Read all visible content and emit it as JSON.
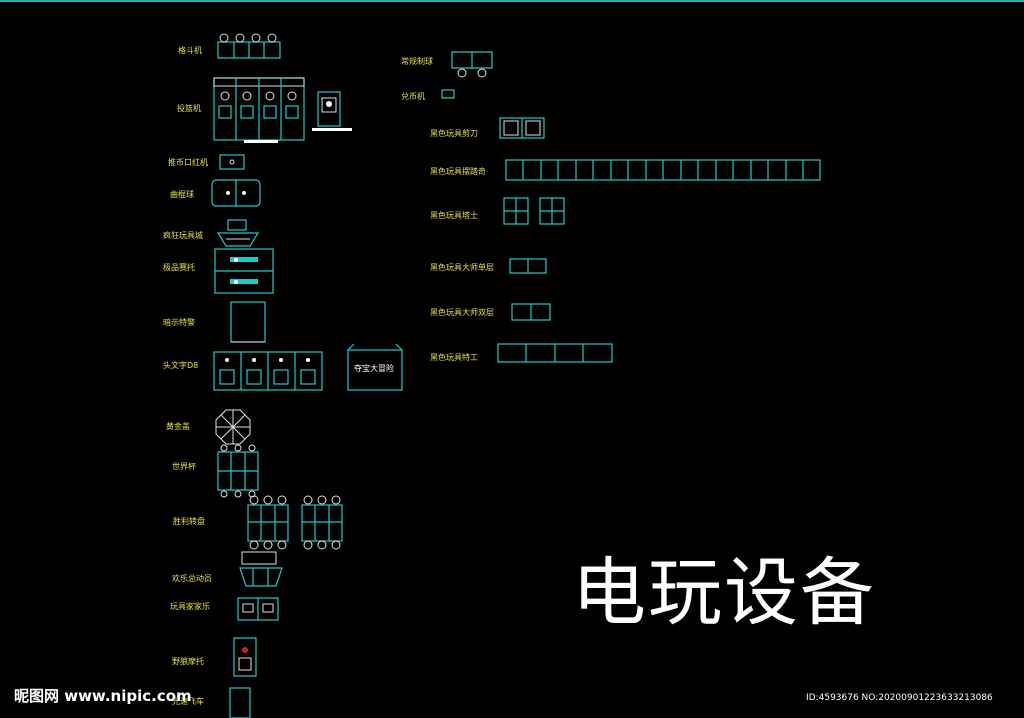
{
  "title": "电玩设备",
  "labels_left": [
    "格斗机",
    "投篮机",
    "推币口红机",
    "曲棍球",
    "疯狂玩具城",
    "极品赛托",
    "暗示特警",
    "头文字D8",
    "黄金盖",
    "世界杯",
    "胜利转盘",
    "欢乐总动员",
    "玩具家家乐",
    "野狼摩托",
    "光速飞车"
  ],
  "labels_right": [
    "常规制球",
    "兑币机",
    "黑色玩具剪刀",
    "黑色玩具摆踏奇",
    "黑色玩具塔士",
    "黑色玩具大师单层",
    "黑色玩具大师双层",
    "黑色玩具特工"
  ],
  "panel_label": "夺宝大冒险",
  "watermark_left": "昵图网 www.nipic.com",
  "watermark_right": "ID:4593676 NO:20200901223633213086",
  "colors": {
    "background": "#000000",
    "line": "#1fc8c8",
    "label": "#e8e23a",
    "title": "#ffffff"
  }
}
